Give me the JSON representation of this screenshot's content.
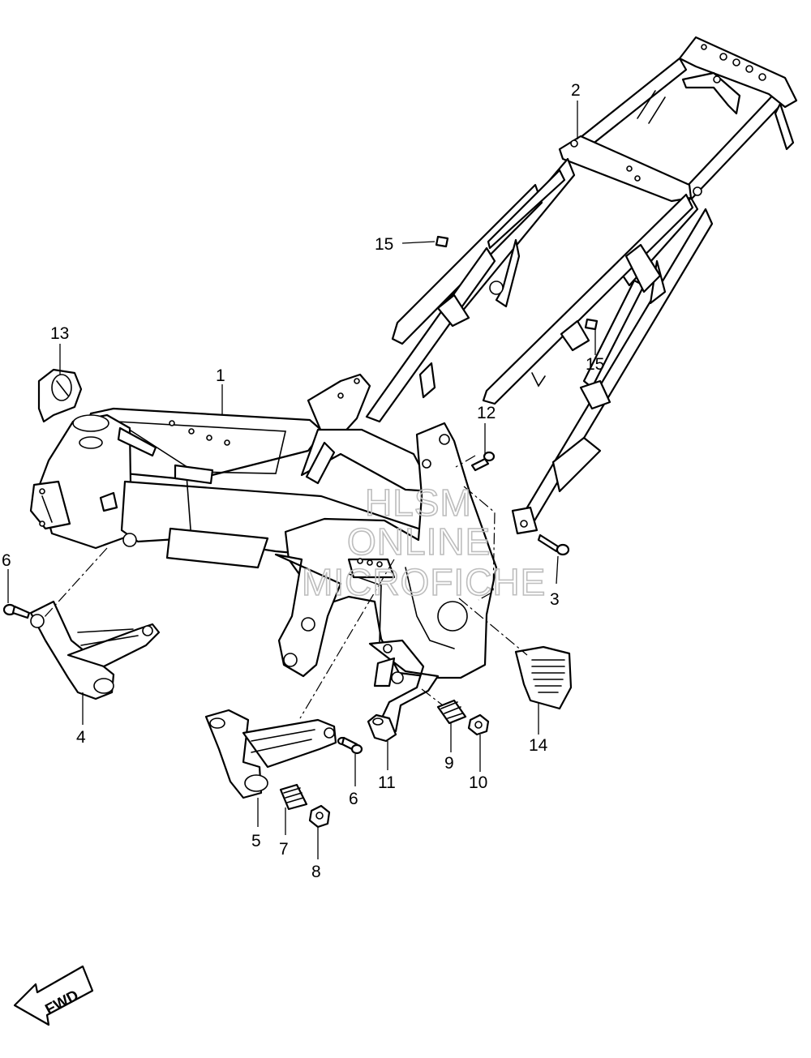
{
  "callouts": [
    {
      "id": "1",
      "text": "1"
    },
    {
      "id": "2",
      "text": "2"
    },
    {
      "id": "3",
      "text": "3"
    },
    {
      "id": "4",
      "text": "4"
    },
    {
      "id": "5",
      "text": "5"
    },
    {
      "id": "6a",
      "text": "6"
    },
    {
      "id": "6b",
      "text": "6"
    },
    {
      "id": "7",
      "text": "7"
    },
    {
      "id": "8",
      "text": "8"
    },
    {
      "id": "9",
      "text": "9"
    },
    {
      "id": "10",
      "text": "10"
    },
    {
      "id": "11",
      "text": "11"
    },
    {
      "id": "12",
      "text": "12"
    },
    {
      "id": "13",
      "text": "13"
    },
    {
      "id": "14",
      "text": "14"
    },
    {
      "id": "15a",
      "text": "15"
    },
    {
      "id": "15b",
      "text": "15"
    }
  ],
  "watermark": {
    "line1": "HLSM",
    "line2": "ONLINE",
    "line3": "MICROFICHE"
  },
  "direction_marker": {
    "label": "FWD"
  }
}
